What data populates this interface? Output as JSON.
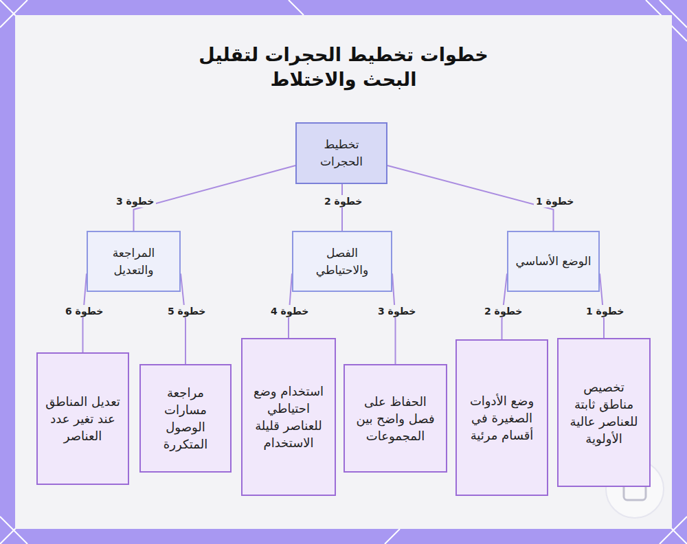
{
  "diagram": {
    "title": "خطوات تخطيط الحجرات لتقليل البحث والاختلاط",
    "nodes": [
      {
        "text": [
          "تخطيط الحجرات"
        ]
      },
      {
        "text": [
          "الوضع الأساسي"
        ]
      },
      {
        "text": [
          "الفصل والاحتياطي"
        ]
      },
      {
        "text": [
          "المراجعة والتعديل"
        ]
      },
      {
        "text": [
          "تخصيص مناطق ثابتة للعناصر عالية الأولوية"
        ]
      },
      {
        "text": [
          "وضع الأدوات الصغيرة في أقسام مرئية"
        ]
      },
      {
        "text": [
          "الحفاظ على فصل واضح بين المجموعات"
        ]
      },
      {
        "text": [
          "استخدام وضع احتياطي للعناصر قليلة الاستخدام"
        ]
      },
      {
        "text": [
          "مراجعة مسارات الوصول المتكررة"
        ]
      },
      {
        "text": [
          "تعديل المناطق عند تغير عدد العناصر"
        ]
      }
    ],
    "edges": [
      {
        "from": 0,
        "to": 1,
        "label": "خطوة 1",
        "arrow": "none"
      },
      {
        "from": 0,
        "to": 2,
        "label": "خطوة 2",
        "arrow": "none"
      },
      {
        "from": 0,
        "to": 3,
        "label": "خطوة 3",
        "arrow": "none"
      },
      {
        "from": 1,
        "to": 4,
        "label": "خطوة 1",
        "arrow": "none"
      },
      {
        "from": 1,
        "to": 5,
        "label": "خطوة 2",
        "arrow": "none"
      },
      {
        "from": 2,
        "to": 6,
        "label": "خطوة 3",
        "arrow": "none"
      },
      {
        "from": 2,
        "to": 7,
        "label": "خطوة 4",
        "arrow": "none"
      },
      {
        "from": 3,
        "to": 8,
        "label": "خطوة 5",
        "arrow": "none"
      },
      {
        "from": 3,
        "to": 9,
        "label": "خطوة 6",
        "arrow": "none"
      }
    ]
  }
}
